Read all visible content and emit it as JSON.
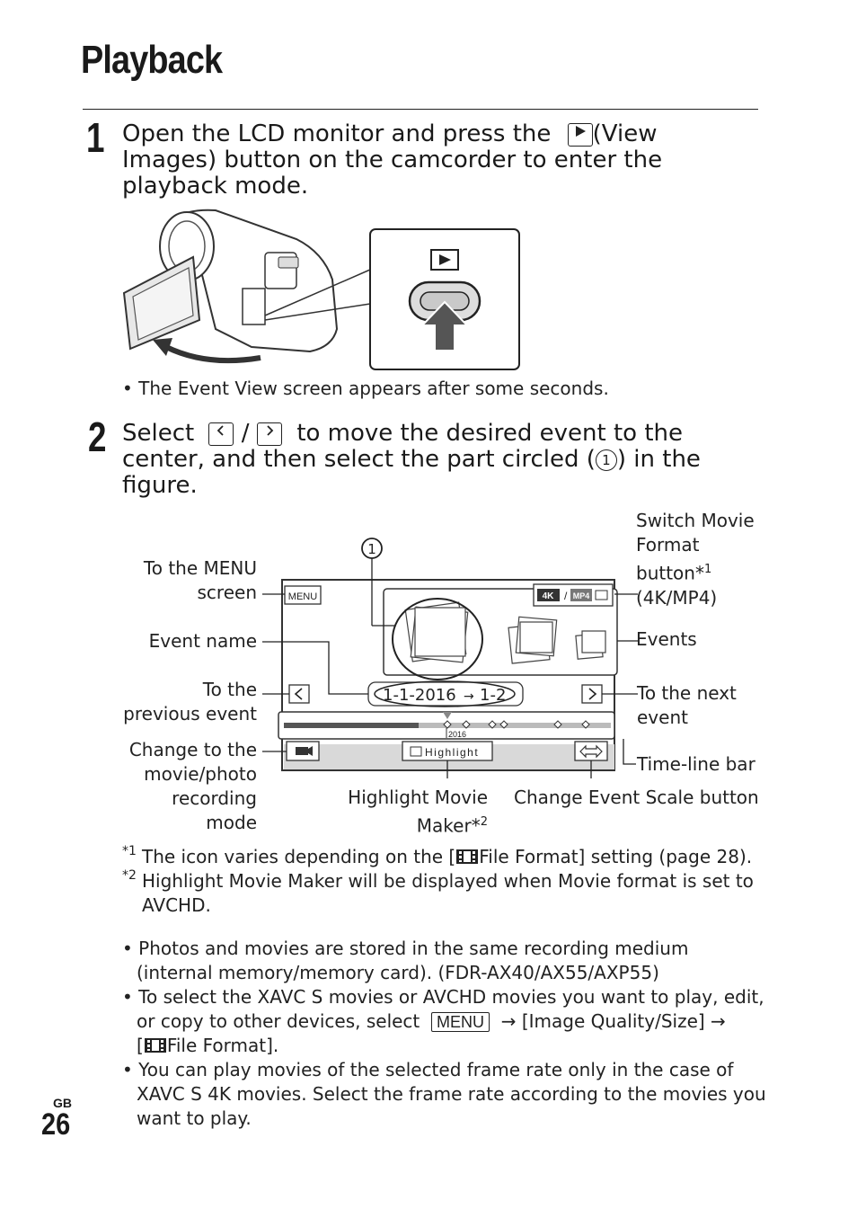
{
  "title": "Playback",
  "step1": {
    "number": "1",
    "line1_pre": "Open the LCD monitor and press the",
    "line1_post": "(View",
    "line2": "Images) button on the camcorder to enter the",
    "line3": "playback mode.",
    "note": "• The Event View screen appears after some seconds.",
    "play_icon": "play-button-icon"
  },
  "step2": {
    "number": "2",
    "line1_pre": "Select",
    "slash": "/",
    "line1_post": "to move the desired event to the",
    "line2_pre": "center, and then select the part circled (",
    "line2_post": ") in the",
    "line3": "figure.",
    "circled": "1"
  },
  "screen": {
    "menu": "MENU",
    "format_4k": "4K",
    "format_mp4": "MP4",
    "slash": "/",
    "date_range": "1-1-2016",
    "date_arrow": "→",
    "date_end": "1-2",
    "year": "2016",
    "highlight": "Highlight",
    "circled": "1"
  },
  "labels": {
    "menu": [
      "To the MENU",
      "screen"
    ],
    "event_name": "Event name",
    "prev": [
      "To the",
      "previous event"
    ],
    "change": [
      "Change to the",
      "movie/photo",
      "recording",
      "mode"
    ],
    "highlight_maker": "Highlight Movie",
    "highlight_maker2": "Maker*",
    "highlight_sup": "2",
    "switch": [
      "Switch Movie",
      "Format",
      "button*"
    ],
    "switch_sup": "1",
    "switch_last": "(4K/MP4)",
    "events": "Events",
    "next": [
      "To the next",
      "event"
    ],
    "timeline": "Time-line bar",
    "scale": "Change Event Scale button"
  },
  "footnotes": {
    "f1_mark": "*1",
    "f1_pre": "The icon varies depending on the [",
    "f1_post": "File Format] setting (page 28).",
    "f2_mark": "*2",
    "f2_line1": "Highlight Movie Maker will be displayed when Movie format is set to",
    "f2_line2": "AVCHD."
  },
  "bullets": {
    "b1_line1": "• Photos and movies are stored in the same recording medium",
    "b1_line2": "(internal memory/memory card). (FDR-AX40/AX55/AXP55)",
    "b2_line1": "• To select the XAVC S movies or AVCHD movies you want to play, edit,",
    "b2_line2_pre": "or copy to other devices, select",
    "b2_menu": "MENU",
    "b2_line2_post": "→ [Image Quality/Size] →",
    "b2_line3_pre": "[",
    "b2_line3_post": "File Format].",
    "b3_line1": "• You can play movies of the selected frame rate only in the case of",
    "b3_line2": "XAVC S 4K movies. Select the frame rate according to the movies you",
    "b3_line3": "want to play."
  },
  "page": {
    "region": "GB",
    "number": "26"
  }
}
